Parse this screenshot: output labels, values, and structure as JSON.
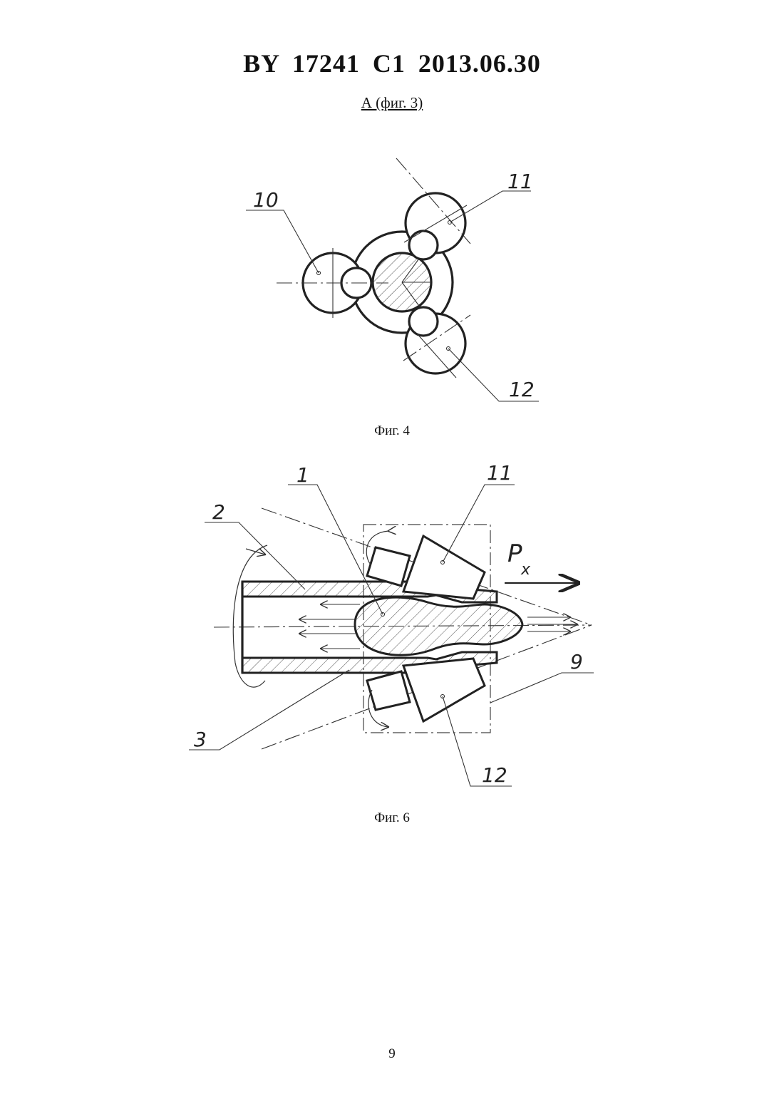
{
  "header": {
    "doc_id": "BY  17241  C1  2013.06.30"
  },
  "view_title": "А (фиг. 3)",
  "figure4": {
    "caption": "Фиг. 4",
    "labels": {
      "roll_10": "10",
      "roll_11": "11",
      "roll_12": "12"
    }
  },
  "figure6": {
    "caption": "Фиг. 6",
    "labels": {
      "mandrel_1": "1",
      "tube_2": "2",
      "tube_3": "3",
      "housing_9": "9",
      "roll_11": "11",
      "roll_12": "12",
      "force": "P",
      "force_sub": "x"
    }
  },
  "footer": {
    "page_number": "9"
  }
}
